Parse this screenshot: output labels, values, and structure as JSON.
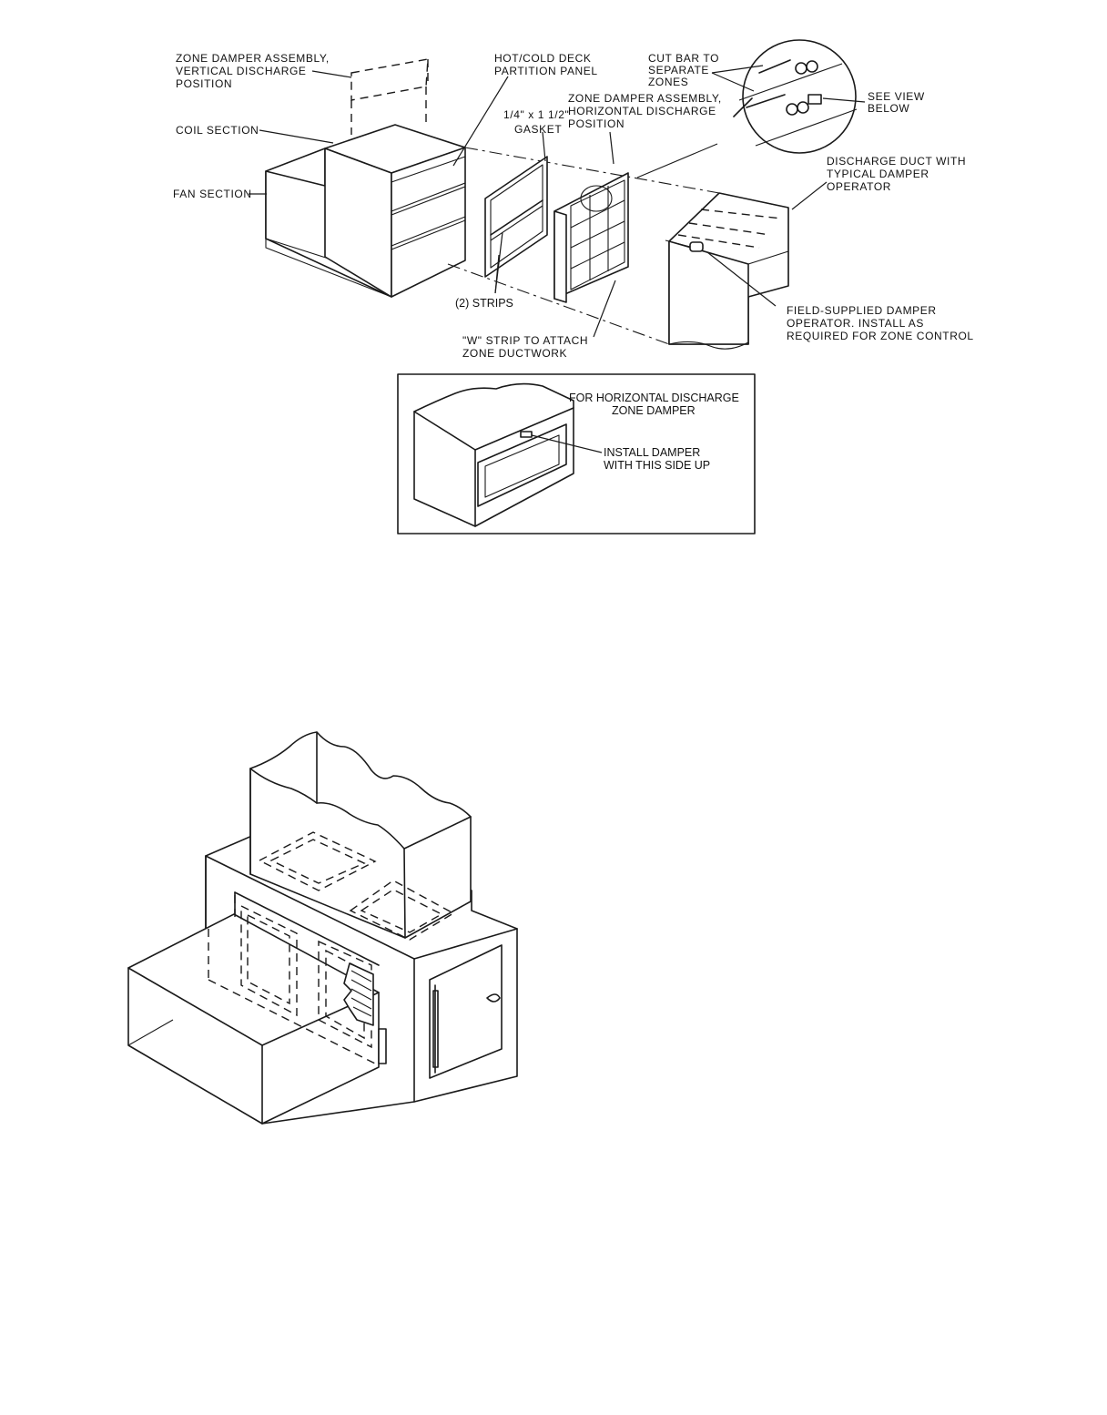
{
  "exploded_view": {
    "labels": {
      "zone_damper_vertical": [
        "ZONE DAMPER ASSEMBLY,",
        "VERTICAL DISCHARGE",
        "POSITION"
      ],
      "coil_section": "COIL SECTION",
      "fan_section": "FAN SECTION",
      "partition_panel": [
        "HOT/COLD DECK",
        "PARTITION PANEL"
      ],
      "gasket_size": "1/4\" x 1 1/2\"",
      "gasket": "GASKET",
      "cut_bar": [
        "CUT BAR TO",
        "SEPARATE",
        "ZONES"
      ],
      "zone_damper_horizontal": [
        "ZONE DAMPER ASSEMBLY,",
        "HORIZONTAL DISCHARGE",
        "POSITION"
      ],
      "see_view_below": [
        "SEE VIEW",
        "BELOW"
      ],
      "discharge_duct": [
        "DISCHARGE DUCT WITH",
        "TYPICAL DAMPER",
        "OPERATOR"
      ],
      "strips": "(2) STRIPS",
      "w_strip": [
        "\"W\" STRIP TO ATTACH",
        "ZONE DUCTWORK"
      ],
      "field_supplied": [
        "FIELD-SUPPLIED DAMPER",
        "OPERATOR. INSTALL AS",
        "REQUIRED FOR ZONE CONTROL"
      ]
    }
  },
  "inset_view": {
    "title": [
      "FOR HORIZONTAL DISCHARGE",
      "ZONE DAMPER"
    ],
    "install_note": [
      "INSTALL DAMPER",
      "WITH THIS SIDE UP"
    ]
  },
  "bottom_view": {}
}
